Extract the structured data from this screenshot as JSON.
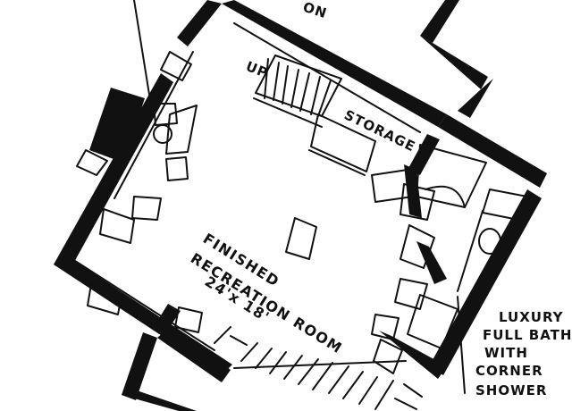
{
  "plan": {
    "top_cut_label": "ON",
    "room": {
      "name_line1": "FINISHED",
      "name_line2": "RECREATION ROOM",
      "dimensions": "24'x 18'"
    },
    "storage_label": "STORAGE",
    "stair_label": "UP",
    "bath_callout": [
      "LUXURY",
      "FULL BATH",
      "WITH",
      "CORNER",
      "SHOWER"
    ]
  }
}
